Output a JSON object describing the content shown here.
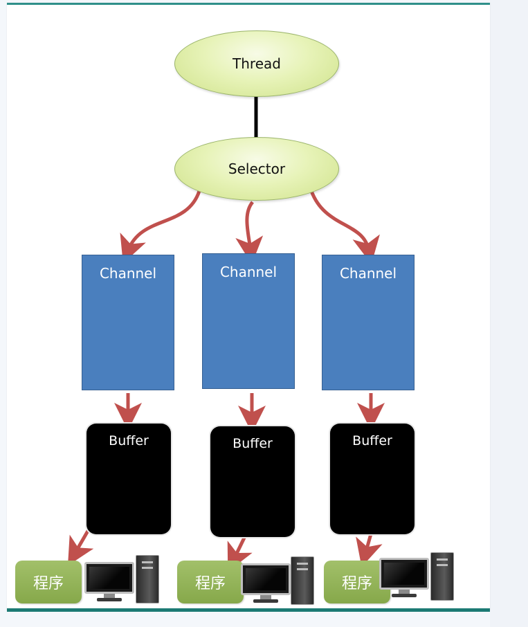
{
  "diagram": {
    "thread_label": "Thread",
    "selector_label": "Selector",
    "channels": [
      "Channel",
      "Channel",
      "Channel"
    ],
    "buffers": [
      "Buffer",
      "Buffer",
      "Buffer"
    ],
    "programs": [
      "程序",
      "程序",
      "程序"
    ]
  },
  "colors": {
    "ellipse_fill": "#e7f3b8",
    "channel_fill": "#4a7fbe",
    "buffer_fill": "#000000",
    "program_fill": "#94b45a",
    "arrow": "#c0504d",
    "connector": "#000000"
  },
  "icons": [
    "monitor-icon",
    "computer-tower-icon"
  ]
}
